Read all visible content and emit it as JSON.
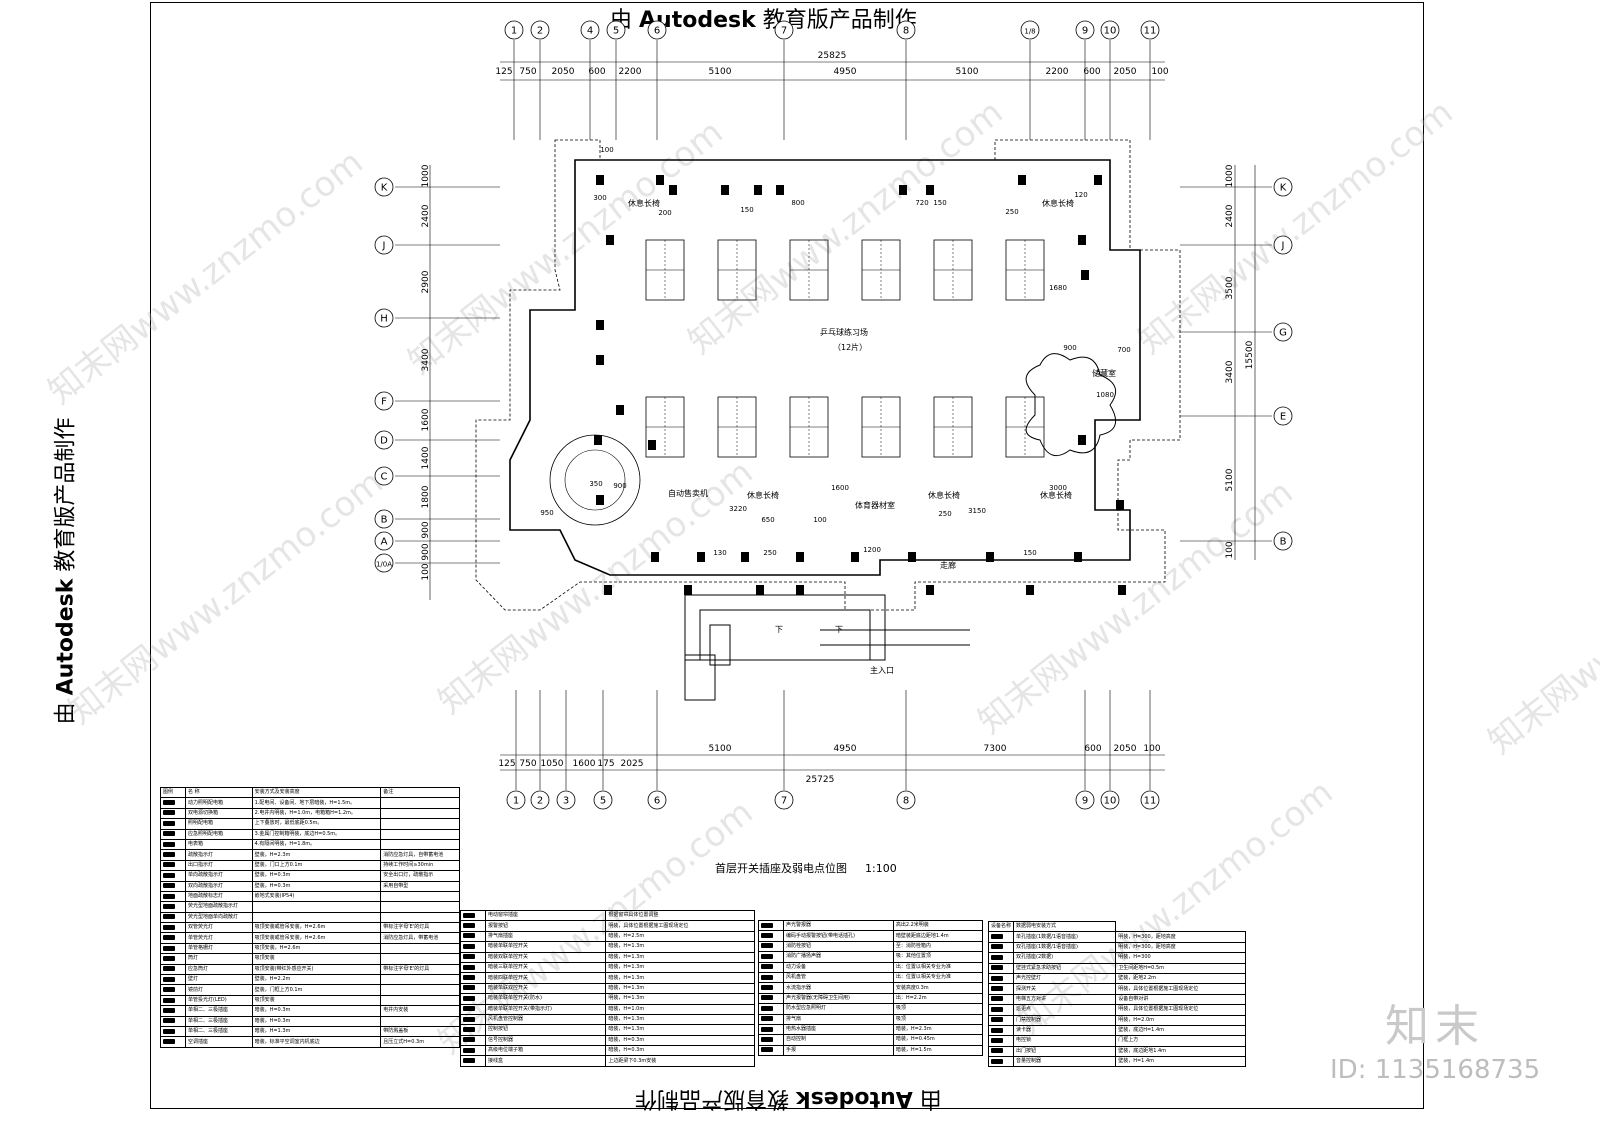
{
  "stamps": {
    "prefix": "由",
    "brand": "Autodesk",
    "suffix": "教育版产品制作"
  },
  "drawing": {
    "title": "首层开关插座及弱电点位图",
    "scale": "1:100",
    "axes_top": [
      "1",
      "2",
      "4",
      "5",
      "6",
      "7",
      "8",
      "1/8",
      "9",
      "10",
      "11"
    ],
    "axes_bottom": [
      "1",
      "2",
      "3",
      "5",
      "6",
      "7",
      "8",
      "9",
      "10",
      "11"
    ],
    "axes_left": [
      "K",
      "J",
      "H",
      "F",
      "D",
      "C",
      "B",
      "A",
      "1/0A"
    ],
    "axes_right": [
      "K",
      "J",
      "G",
      "E",
      "B"
    ],
    "dims_top_total": "25825",
    "dims_top": [
      "125",
      "750",
      "2050",
      "600",
      "2200",
      "5100",
      "4950",
      "5100",
      "2200",
      "600",
      "2050",
      "100"
    ],
    "dims_bottom_total": "25725",
    "dims_bottom_row1": [
      "5100",
      "4950",
      "7300",
      "600",
      "2050",
      "100"
    ],
    "dims_bottom_row2": [
      "125",
      "750",
      "1050",
      "1600",
      "175",
      "2025"
    ],
    "dims_left": [
      "1000",
      "2400",
      "2900",
      "3400",
      "1600",
      "1400",
      "1800",
      "900",
      "900",
      "100"
    ],
    "dims_right": [
      "1000",
      "2400",
      "3500",
      "3400",
      "5100",
      "100"
    ],
    "dims_right_total": "15500",
    "room_labels": {
      "main_hall": "乒乓球练习场",
      "main_hall_sub": "（12片）",
      "rest_bench": "休息长椅",
      "vending": "自动售卖机",
      "equipment": "体育器材室",
      "corridor": "走廊",
      "entrance": "主入口",
      "storage": "储藏室",
      "down": "下"
    },
    "inner_dims": [
      "100",
      "300",
      "200",
      "150",
      "800",
      "720",
      "150",
      "250",
      "120",
      "1680",
      "700",
      "1080",
      "900",
      "3000",
      "950",
      "350",
      "900",
      "3220",
      "650",
      "100",
      "1600",
      "250",
      "3150",
      "1200",
      "130",
      "250",
      "150"
    ]
  },
  "legend_a": {
    "headers": [
      "图例",
      "名 称",
      "安装方式及安装高度",
      "备注"
    ],
    "rows": [
      [
        "动力照明配电箱",
        "1.配电间、设备间、地下层暗装，H=1.5m。",
        ""
      ],
      [
        "双电源切换箱",
        "2.电井内明装，H=1.0m，电箱箱H=1.2m。",
        ""
      ],
      [
        "照明配电箱",
        "  上下叠放时，最低底距0.5m。",
        ""
      ],
      [
        "应急照明配电箱",
        "3.金属门控制箱明装，底边H=0.5m。",
        ""
      ],
      [
        "电表箱",
        "4.有隔间明装，H=1.8m。",
        ""
      ],
      [
        "疏散指示灯",
        "壁装，H=2.3m",
        "消防应急灯具，自带蓄电池"
      ],
      [
        "出口指示灯",
        "壁装，门口上方0.1m",
        "持续工作时间≥30min"
      ],
      [
        "单向疏散指示灯",
        "壁装，H=0.3m",
        "安全出口灯，疏散指示"
      ],
      [
        "双向疏散指示灯",
        "壁装，H=0.3m",
        "采用自带型"
      ],
      [
        "地面疏散标志灯",
        "嵌地式安装(IP54)",
        ""
      ],
      [
        "荧光型地面疏散指示灯",
        "",
        ""
      ],
      [
        "荧光型地面单向疏散灯",
        "",
        ""
      ],
      [
        "双管荧光灯",
        "吸顶安装或管吊安装，H=2.6m",
        "带标注字母'E'的灯具"
      ],
      [
        "单管荧光灯",
        "吸顶安装或管吊安装，H=2.6m",
        "消防应急灯具，带蓄电池"
      ],
      [
        "单管格栅灯",
        "吸顶安装，H=2.6m",
        ""
      ],
      [
        "筒灯",
        "吸顶安装",
        ""
      ],
      [
        "应急筒灯",
        "吸顶安装(带红外感应开关)",
        "带标注字母'E'的灯具"
      ],
      [
        "壁灯",
        "壁装，H=2.2m",
        ""
      ],
      [
        "镜前灯",
        "壁装，门框上方0.1m",
        ""
      ],
      [
        "单管投光灯(LED)",
        "吸顶安装",
        ""
      ],
      [
        "单相二、三极插座",
        "暗装，H=0.3m",
        "电井内安装"
      ],
      [
        "单相二、三极插座",
        "暗装，H=0.3m",
        ""
      ],
      [
        "单相二、三极插座",
        "暗装，H=1.3m",
        "带防溅盖板"
      ],
      [
        "空调插座",
        "暗装，标准平空调室内机底边",
        "且压立式H=0.3m"
      ]
    ]
  },
  "legend_b": {
    "rows": [
      [
        "电动窗帘插座",
        "根据窗帘具体位置调整"
      ],
      [
        "报警按钮",
        "明装，具体位置根据施工图现场定位"
      ],
      [
        "排气扇插座",
        "暗装，H=2.5m"
      ],
      [
        "暗装单联单控开关",
        "暗装，H=1.3m"
      ],
      [
        "暗装双联单控开关",
        "暗装，H=1.3m"
      ],
      [
        "暗装三联单控开关",
        "暗装，H=1.3m"
      ],
      [
        "暗装四联单控开关",
        "暗装，H=1.3m"
      ],
      [
        "暗装单联双控开关",
        "暗装，H=1.3m"
      ],
      [
        "暗装单联单控开关(防水)",
        "明装，H=1.3m"
      ],
      [
        "暗装单联单控开关(带指示灯)",
        "暗装，H=1.0m"
      ],
      [
        "风机盘管控制器",
        "暗装，H=1.3m"
      ],
      [
        "控制按钮",
        "暗装，H=1.3m"
      ],
      [
        "信号控制器",
        "暗装，H=0.3m"
      ],
      [
        "高级电位端子箱",
        "暗装，H=0.3m"
      ],
      [
        "接线盒",
        "上边距梁下0.3m安装"
      ]
    ]
  },
  "legend_c": {
    "rows": [
      [
        "声光警报器",
        "高出2.2米明装"
      ],
      [
        "编码手动报警按钮(带电话插孔)",
        "暗壁装距底边距地1.4m"
      ],
      [
        "消防栓按钮",
        "至：消防栓箱内"
      ],
      [
        "消防广播扬声器",
        "吸：其他位置顶"
      ],
      [
        "动力设备",
        "出：位置以相关专业为准"
      ],
      [
        "风机盘管",
        "出：位置以相关专业为准"
      ],
      [
        "水流指示器",
        "安装高度0.3m"
      ],
      [
        "声光报警器(无障碍卫生间用)",
        "出：H=2.2m"
      ],
      [
        "防水型应急照明灯",
        "吸顶"
      ],
      [
        "排气扇",
        "吸顶"
      ],
      [
        "电热水器插座",
        "暗装，H=2.3m"
      ],
      [
        "自动控制",
        "暗装，H=0.45m"
      ],
      [
        "手报",
        "暗装，H=1.5m"
      ]
    ]
  },
  "legend_d": {
    "headers": [
      "设备名称",
      "数据弱电安装方式"
    ],
    "rows": [
      [
        "单孔插座(1数据/1语音插座)",
        "明装，H=300，距地高度"
      ],
      [
        "双孔插座(1数据/1语音插座)",
        "明装，H=300，距地高度"
      ],
      [
        "双孔插座(2数据)",
        "明装，H=300"
      ],
      [
        "壁挂式紧急求助按钮",
        "卫生间距地H=0.5m"
      ],
      [
        "声光控壁灯",
        "壁装，距地2.2m"
      ],
      [
        "探测开关",
        "明装，具体位置根据施工图现场定位"
      ],
      [
        "电梯五方对讲",
        "设备自带对讲"
      ],
      [
        "巡更点",
        "明装，具体位置根据施工图现场定位"
      ],
      [
        "门禁控制器",
        "明装，H=2.0m"
      ],
      [
        "读卡器",
        "壁装，底边H=1.4m"
      ],
      [
        "电控锁",
        "门框上方"
      ],
      [
        "出门按钮",
        "壁装，底边距地1.4m"
      ],
      [
        "音量控制器",
        "壁装，H=1.4m"
      ]
    ]
  },
  "brand_logo": "知末",
  "doc_id": "ID: 1135168735",
  "watermark": "知末网www.znzmo.com"
}
